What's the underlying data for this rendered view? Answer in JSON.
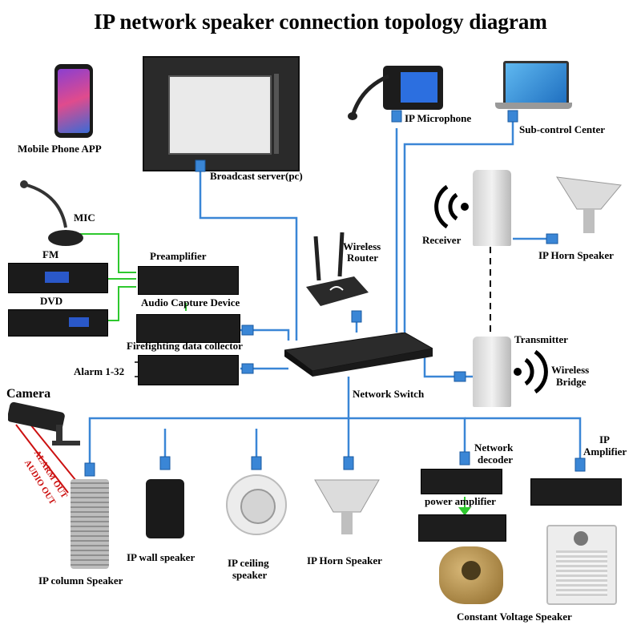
{
  "title": "IP network speaker connection topology diagram",
  "labels": {
    "mobile_app": "Mobile Phone APP",
    "broadcast_server": "Broadcast server(pc)",
    "ip_microphone": "IP Microphone",
    "sub_control": "Sub-control Center",
    "mic": "MIC",
    "fm": "FM",
    "dvd": "DVD",
    "preamplifier": "Preamplifier",
    "audio_capture": "Audio Capture Device",
    "firefighting": "Firefighting data collector",
    "alarm": "Alarm 1-32",
    "wireless_router_1": "Wireless",
    "wireless_router_2": "Router",
    "network_switch": "Network Switch",
    "receiver": "Receiver",
    "ip_horn_top": "IP Horn Speaker",
    "transmitter": "Transmitter",
    "wireless_bridge_1": "Wireless",
    "wireless_bridge_2": "Bridge",
    "camera": "Camera",
    "alarm_out": "ALARM OUT",
    "audio_out": "AUDIO OUT",
    "ip_column": "IP column Speaker",
    "ip_wall": "IP wall speaker",
    "ip_ceiling_1": "IP ceiling",
    "ip_ceiling_2": "speaker",
    "ip_horn_bottom": "IP Horn Speaker",
    "network_decoder_1": "Network",
    "network_decoder_2": "decoder",
    "power_amplifier": "power   amplifier",
    "ip_amplifier_1": "IP",
    "ip_amplifier_2": "Amplifier",
    "constant_voltage": "Constant Voltage Speaker"
  },
  "colors": {
    "network": "#3a86d6",
    "audio": "#2ec82e",
    "alarm_line": "#cc1111"
  }
}
